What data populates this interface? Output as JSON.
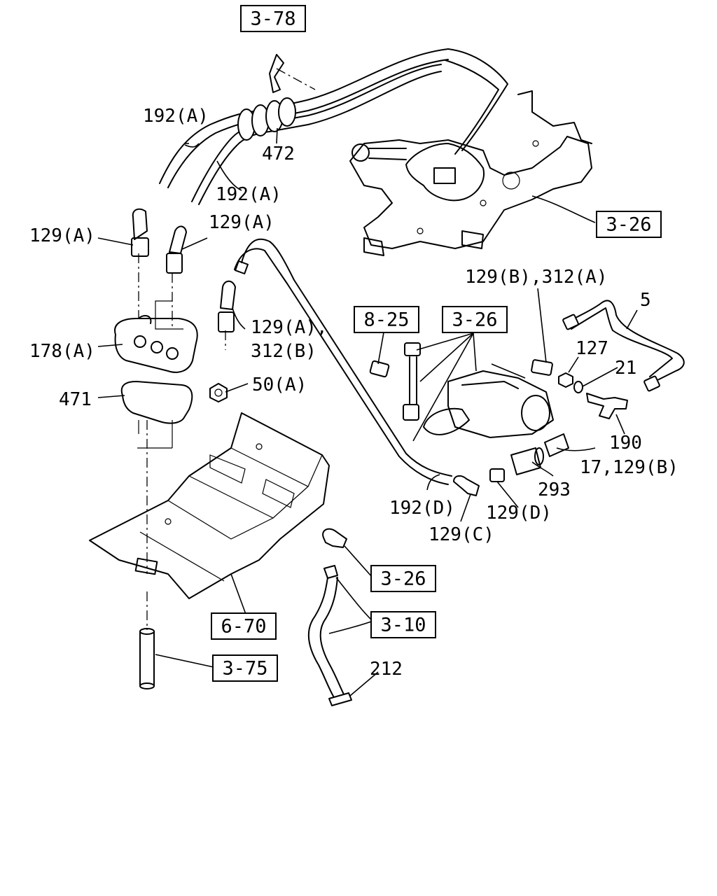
{
  "labels": {
    "l_192a_1": "192(A)",
    "l_472": "472",
    "l_192a_2": "192(A)",
    "l_129a_1": "129(A)",
    "l_129a_2": "129(A)",
    "l_129a_312b_1": "129(A),",
    "l_129a_312b_2": "312(B)",
    "l_178a": "178(A)",
    "l_50a": "50(A)",
    "l_471": "471",
    "l_129b_312a": "129(B),312(A)",
    "l_5": "5",
    "l_127": "127",
    "l_21": "21",
    "l_190": "190",
    "l_17_129b": "17,129(B)",
    "l_293": "293",
    "l_129d": "129(D)",
    "l_192d": "192(D)",
    "l_129c": "129(C)",
    "l_212": "212"
  },
  "refs": {
    "r_3_78": "3-78",
    "r_3_26_top": "3-26",
    "r_8_25": "8-25",
    "r_3_26_mid": "3-26",
    "r_3_26_low": "3-26",
    "r_3_10": "3-10",
    "r_6_70": "6-70",
    "r_3_75": "3-75"
  }
}
